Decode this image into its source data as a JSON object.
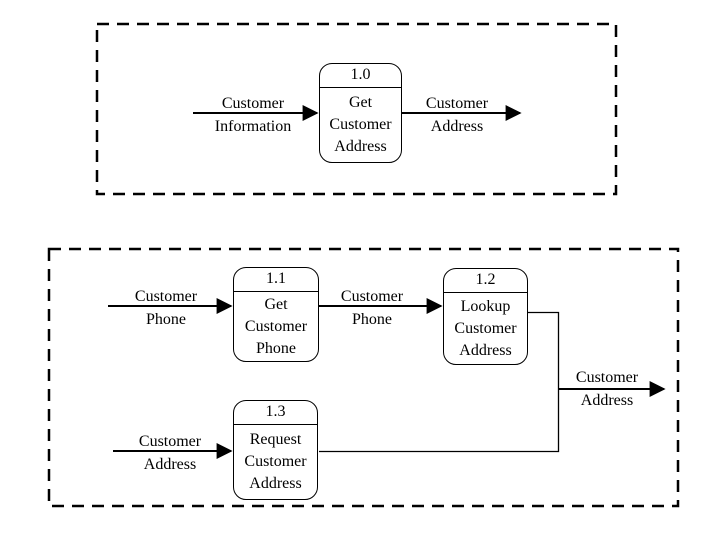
{
  "colors": {
    "ink": "#000000",
    "background": "#ffffff"
  },
  "top_diagram": {
    "process_1_0": {
      "number": "1.0",
      "label": "Get\nCustomer\nAddress"
    },
    "flows": {
      "customer_information_in": {
        "label": "Customer\nInformation"
      },
      "customer_address_out": {
        "label": "Customer\nAddress"
      }
    }
  },
  "bottom_diagram": {
    "process_1_1": {
      "number": "1.1",
      "label": "Get\nCustomer\nPhone"
    },
    "process_1_2": {
      "number": "1.2",
      "label": "Lookup\nCustomer\nAddress"
    },
    "process_1_3": {
      "number": "1.3",
      "label": "Request\nCustomer\nAddress"
    },
    "flows": {
      "customer_phone_in": {
        "label": "Customer\nPhone"
      },
      "customer_phone_mid": {
        "label": "Customer\nPhone"
      },
      "customer_address_in": {
        "label": "Customer\nAddress"
      },
      "customer_address_out": {
        "label": "Customer\nAddress"
      }
    }
  }
}
